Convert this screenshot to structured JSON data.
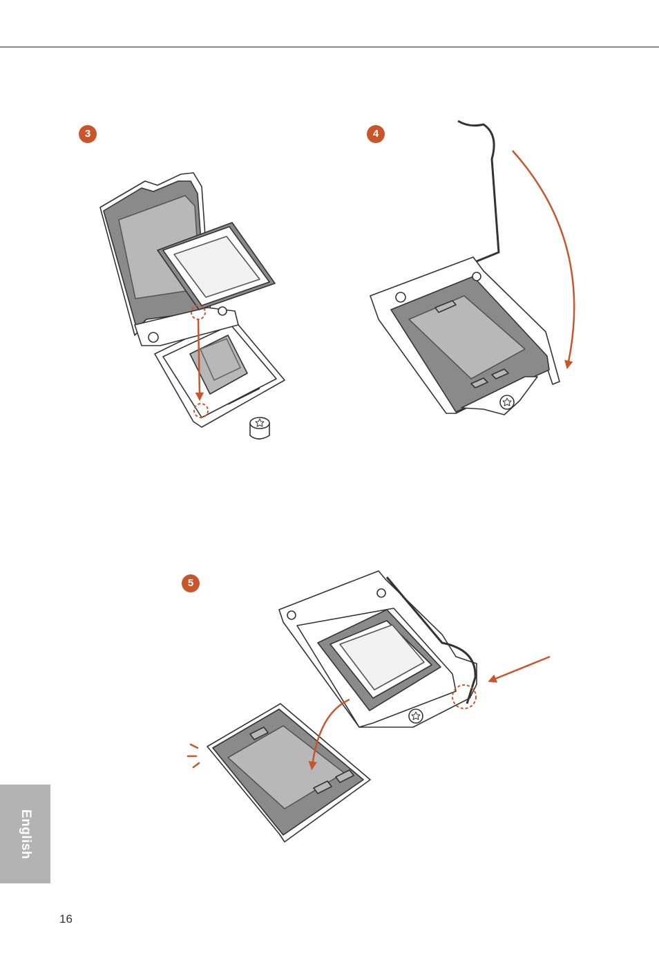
{
  "steps": [
    {
      "number": "3"
    },
    {
      "number": "4"
    },
    {
      "number": "5"
    }
  ],
  "side_tab": {
    "label": "English"
  },
  "footer": {
    "page_number": "16"
  },
  "colors": {
    "accent": "#c8562a",
    "rule": "#8a8a8a",
    "tab": "#b3b3b3",
    "cover": "#b8b8b8",
    "frame": "#8a8a8a"
  }
}
